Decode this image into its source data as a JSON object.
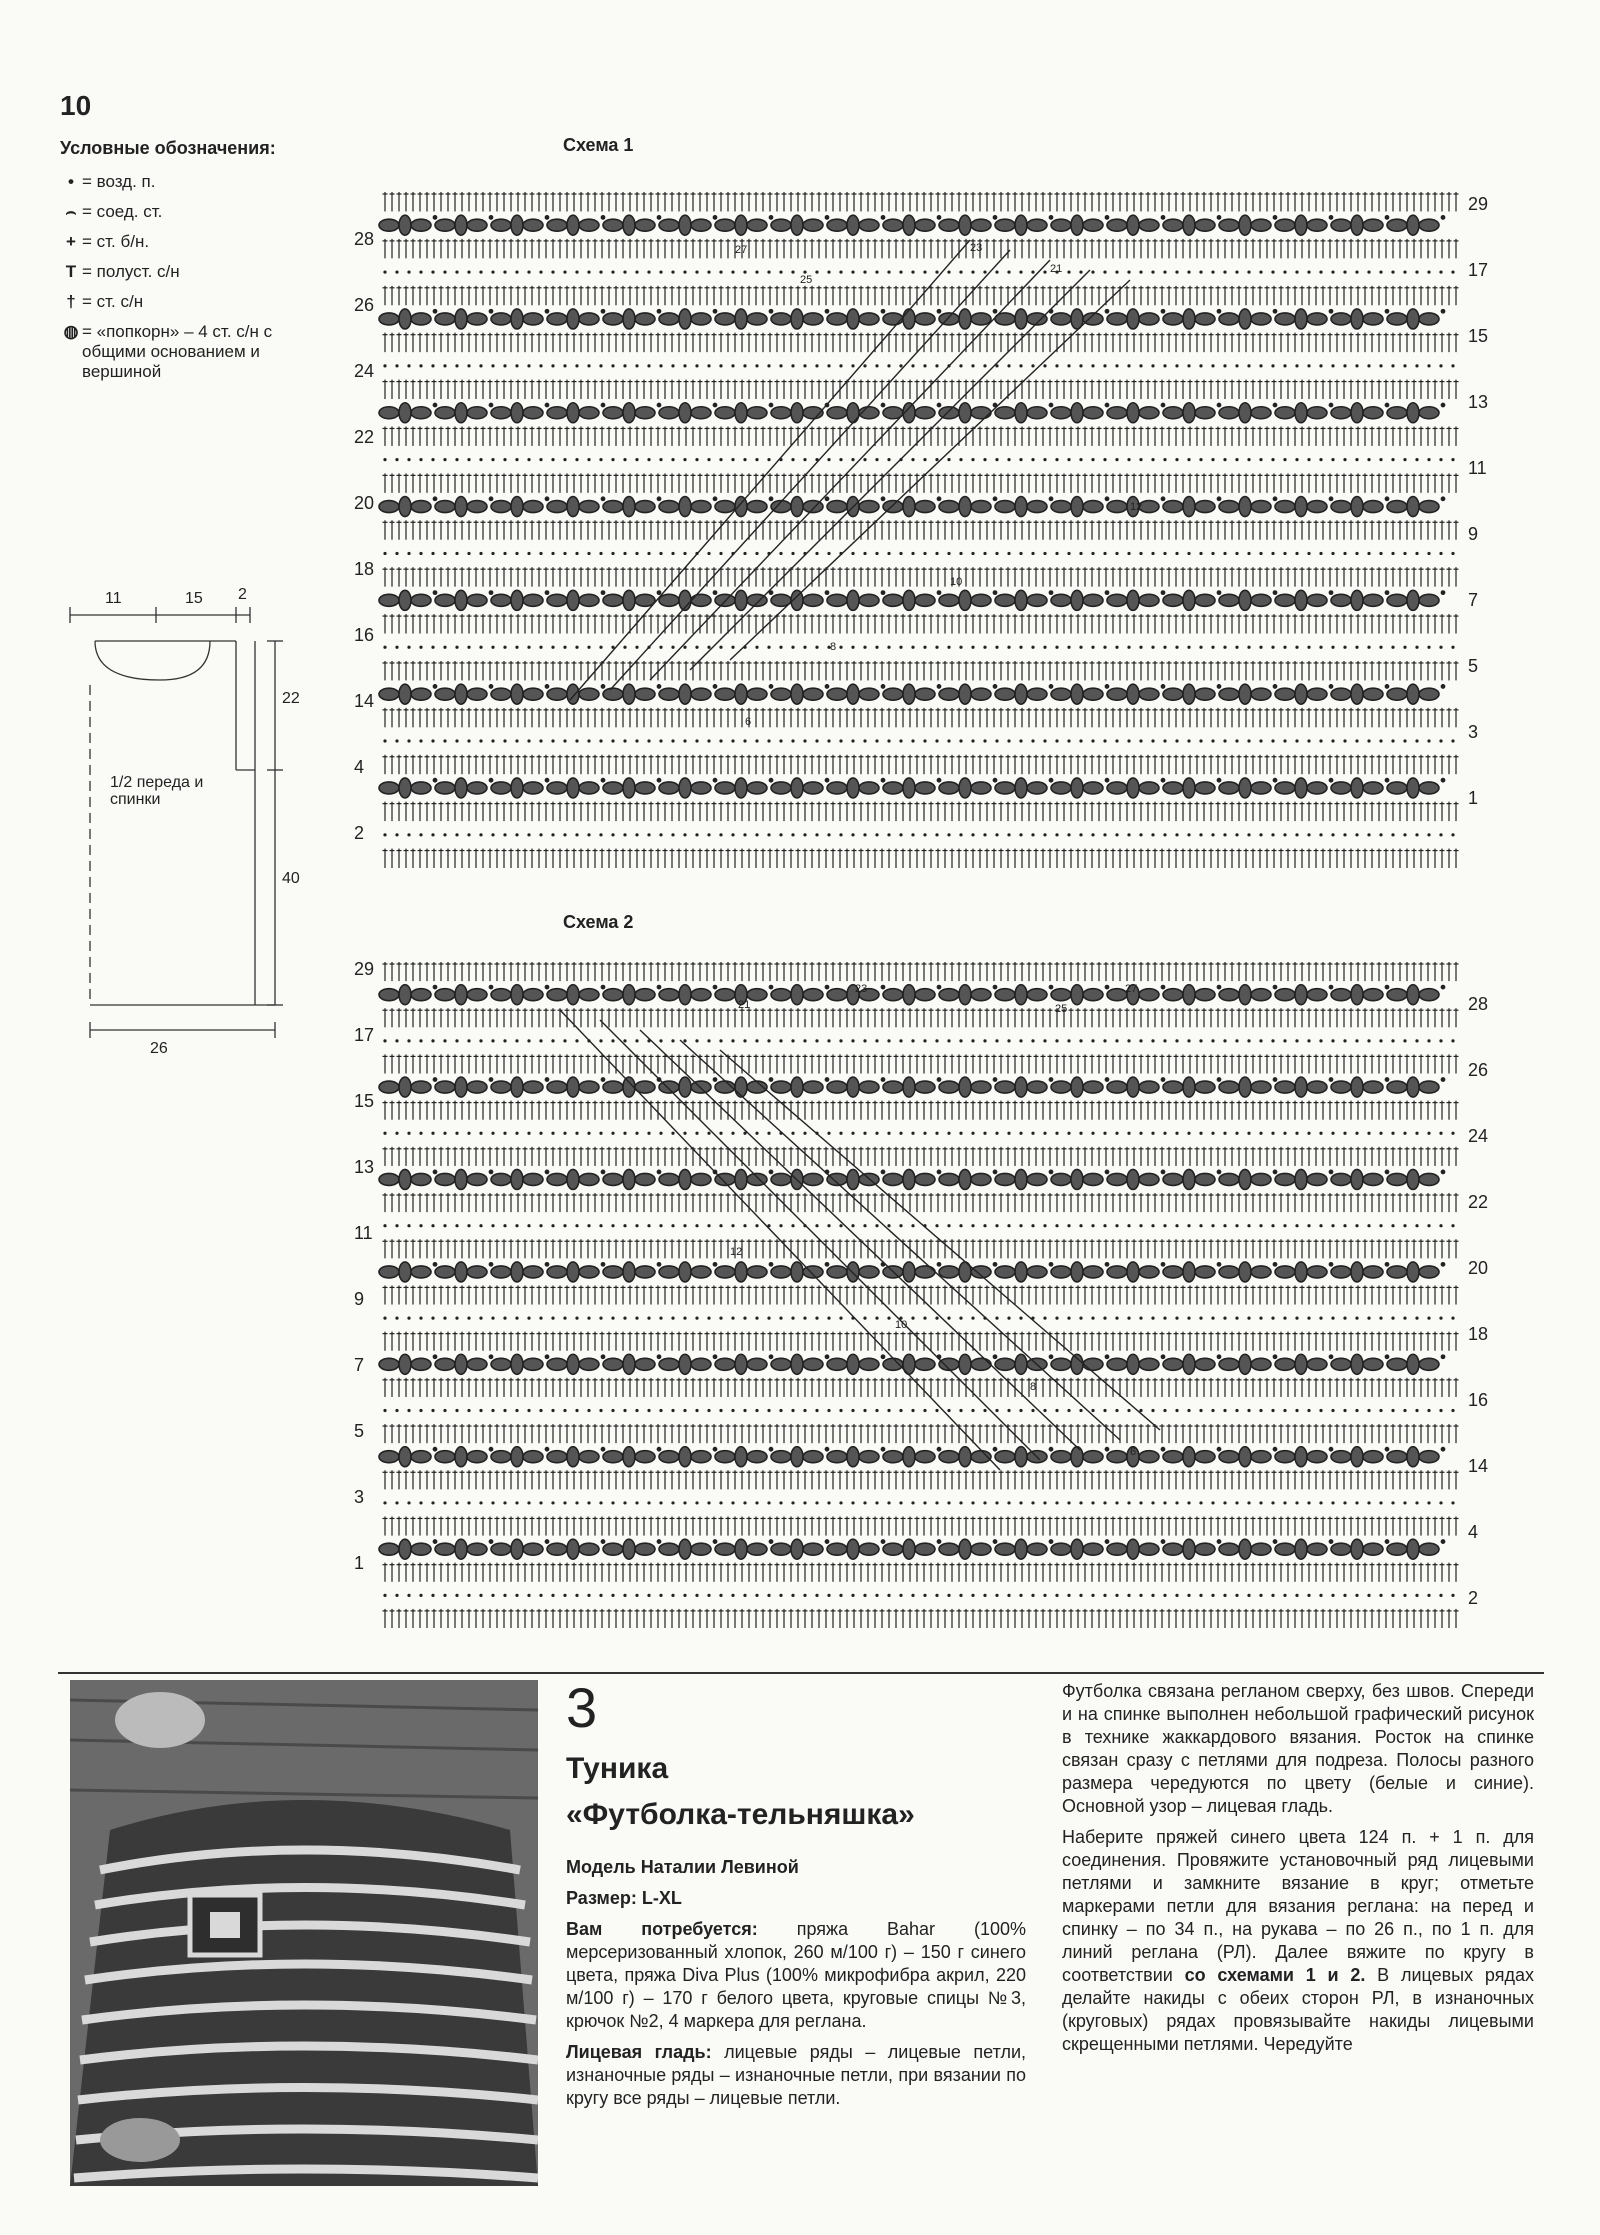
{
  "page_number": "10",
  "legend": {
    "title": "Условные обозначения:",
    "items": [
      {
        "symbol": "•",
        "text": "= возд. п."
      },
      {
        "symbol": "⌢",
        "text": "= соед. ст."
      },
      {
        "symbol": "+",
        "text": "= ст. б/н."
      },
      {
        "symbol": "T",
        "text": "= полуст. с/н"
      },
      {
        "symbol": "†",
        "text": "= ст. с/н"
      },
      {
        "symbol": "◍",
        "text": "= «попкорн» – 4 ст. с/н с общими основанием и вершиной"
      }
    ]
  },
  "schematic": {
    "top_left": "11",
    "top_mid": "15",
    "top_right": "2",
    "side_upper": "22",
    "side_lower": "40",
    "bottom": "26",
    "label": "1/2 переда и спинки"
  },
  "scheme1": {
    "title": "Схема 1",
    "left_numbers": [
      "28",
      "26",
      "24",
      "22",
      "20",
      "18",
      "16",
      "14",
      "4",
      "2"
    ],
    "right_numbers": [
      "29",
      "17",
      "15",
      "13",
      "11",
      "9",
      "7",
      "5",
      "3",
      "1"
    ],
    "inner_labels": [
      "27",
      "25",
      "23",
      "21",
      "12",
      "10",
      "8",
      "6"
    ]
  },
  "scheme2": {
    "title": "Схема 2",
    "left_numbers": [
      "29",
      "17",
      "15",
      "13",
      "11",
      "9",
      "7",
      "5",
      "3",
      "1"
    ],
    "right_numbers": [
      "28",
      "26",
      "24",
      "22",
      "20",
      "18",
      "16",
      "14",
      "4",
      "2"
    ],
    "inner_labels": [
      "21",
      "23",
      "27",
      "25",
      "12",
      "10",
      "8",
      "6"
    ]
  },
  "article": {
    "number": "3",
    "title": "Туника",
    "subtitle": "«Футболка-тельняшка»",
    "model_label": "Модель Наталии Левиной",
    "size_label": "Размер:",
    "size_value": "L-XL",
    "needs_label": "Вам потребуется:",
    "needs_text": "пряжа Bahar (100% мерсеризованный хлопок, 260 м/100 г) – 150 г синего цвета, пряжа Diva Plus (100% микрофибра акрил, 220 м/100 г) – 170 г белого цвета, круговые спицы №3, крючок №2, 4 маркера для реглана.",
    "stitch_label": "Лицевая гладь:",
    "stitch_text": "лицевые ряды – лицевые петли, изнаночные ряды – изнаночные петли, при вязании по кругу все ряды – лицевые петли.",
    "right_p1": "Футболка связана регланом сверху, без швов. Спереди и на спинке выполнен небольшой графический рисунок в технике жаккардового вязания. Росток на спинке связан сразу с петлями для подреза. Полосы разного размера чередуются по цвету (белые и синие). Основной узор – лицевая гладь.",
    "right_p2_a": "Наберите пряжей синего цвета 124 п. + 1 п. для соединения. Провяжите установочный ряд лицевыми петлями и замкните вязание в круг; отметьте маркерами петли для вязания реглана: на перед и спинку – по 34 п., на рукава – по 26 п., по 1 п. для линий реглана (РЛ). Далее вяжите по кругу в соответствии",
    "right_p2_b": "со схемами 1 и 2.",
    "right_p2_c": "В лицевых рядах делайте накиды с обеих сторон РЛ, в изнаночных (круговых) рядах провязывайте накиды лицевыми скрещенными петлями. Чередуйте"
  }
}
